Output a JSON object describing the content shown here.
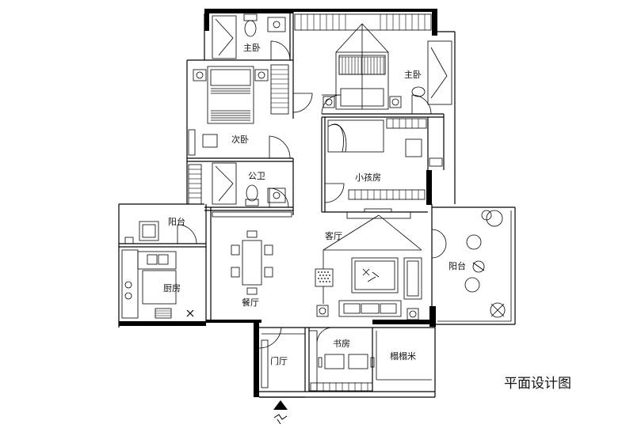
{
  "title": "平面设计图",
  "rooms": {
    "master_bath": "主卧",
    "master_bedroom": "主卧",
    "second_bedroom": "次卧",
    "public_bath": "公卫",
    "kids_room": "小孩房",
    "north_balcony": "阳台",
    "living_room": "客厅",
    "kitchen": "厨房",
    "dining_room": "餐厅",
    "south_balcony": "阳台",
    "study": "书房",
    "tatami": "榻榻米",
    "entry_hall": "门厅"
  }
}
